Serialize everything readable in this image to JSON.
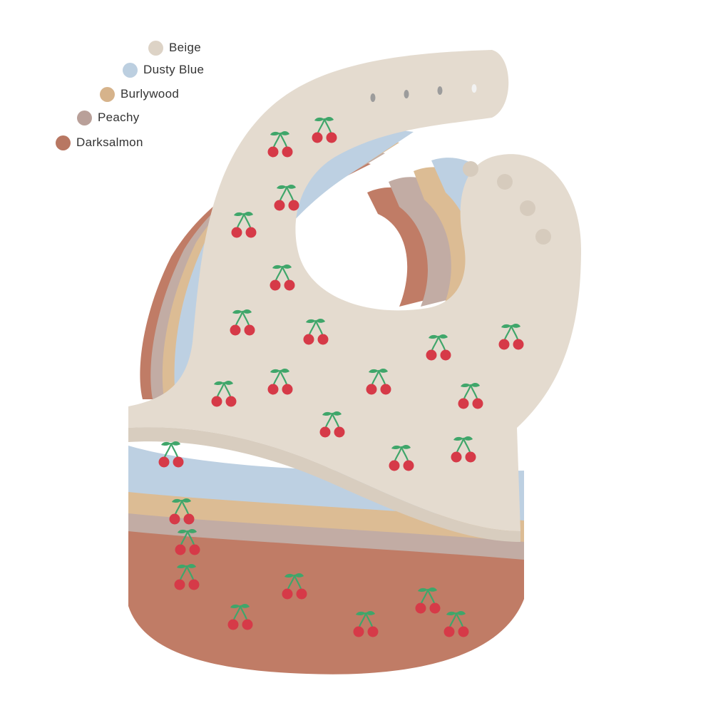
{
  "legend": {
    "items": [
      {
        "label": "Beige",
        "color": "#ddd3c6"
      },
      {
        "label": "Dusty Blue",
        "color": "#bccfe0"
      },
      {
        "label": "Burlywood",
        "color": "#d6b38b"
      },
      {
        "label": "Peachy",
        "color": "#b9a099"
      },
      {
        "label": "Darksalmon",
        "color": "#b87762"
      }
    ]
  },
  "photo": {
    "subject": "stacked silicone baby bibs with cherry print",
    "bib_colors": [
      "#e4dbcf",
      "#bdd0e2",
      "#dcbc94",
      "#c2aca4",
      "#c07c66"
    ],
    "cherry_color": "#d63a48",
    "stem_color": "#3fa66a"
  }
}
